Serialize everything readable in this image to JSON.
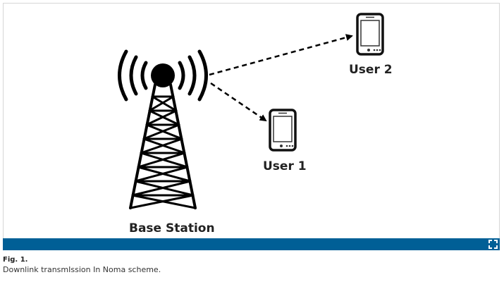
{
  "diagram": {
    "nodes": {
      "base_station": "Base Station",
      "user_2": "User 2",
      "user_1": "User 1"
    },
    "edges": [
      {
        "from": "Base Station",
        "to": "User 2",
        "style": "dashed-arrow"
      },
      {
        "from": "Base Station",
        "to": "User 1",
        "style": "dashed-arrow"
      }
    ]
  },
  "figure": {
    "label": "Fig. 1.",
    "caption": "Downlink transmIssion In Noma scheme."
  },
  "toolbar": {
    "expand_icon": "expand-icon",
    "bar_color": "#005f96"
  }
}
